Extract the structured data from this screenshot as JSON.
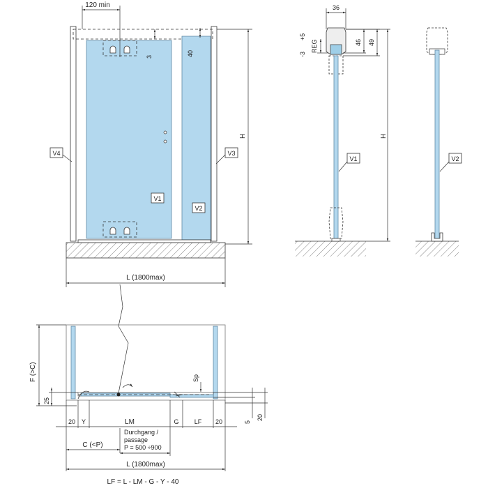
{
  "front": {
    "top_dim": "120 min",
    "gap_dim": "3",
    "v2_top_dim": "40",
    "height": "H",
    "width": "L (1800max)",
    "labels": {
      "v1": "V1",
      "v2": "V2",
      "v3": "V3",
      "v4": "V4"
    }
  },
  "side_v1": {
    "width": "36",
    "reg_plus": "+5",
    "reg_minus": "-3",
    "reg": "REG",
    "dim_46": "46",
    "dim_49": "49",
    "height": "H",
    "label": "V1"
  },
  "side_v2": {
    "label": "V2"
  },
  "plan": {
    "f_label": "F (>C)",
    "dim_25": "25",
    "dim_20_left": "20",
    "y": "Y",
    "lm": "LM",
    "g": "G",
    "lf": "LF",
    "dim_20_right": "20",
    "dim_5": "5",
    "dim_20_vert": "20",
    "sp": "Sp",
    "c": "C (<P)",
    "passage_line1": "Durchgang /",
    "passage_line2": "passage",
    "passage_line3": "P = 500  ÷900",
    "width": "L (1800max)",
    "formula": "LF = L - LM - G - Y - 40"
  }
}
